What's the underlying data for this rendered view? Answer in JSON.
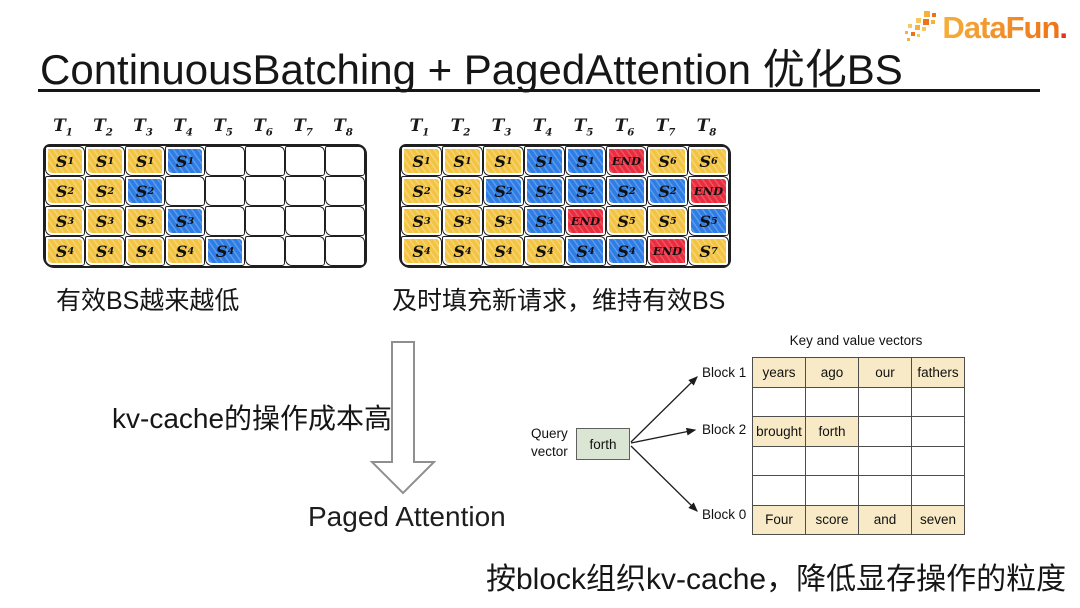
{
  "header": {
    "title": "ContinuousBatching + PagedAttention 优化BS",
    "logo_text": "DataFun",
    "logo_dot": "."
  },
  "icons": {
    "down_arrow_icon": "hollow-down-arrow",
    "logo_pixels_icon": "pixel-cluster"
  },
  "batch_grids": {
    "time_headers": [
      "T1",
      "T2",
      "T3",
      "T4",
      "T5",
      "T6",
      "T7",
      "T8"
    ],
    "left": {
      "caption": "有效BS越来越低",
      "rows": [
        [
          {
            "t": "S1",
            "c": "y"
          },
          {
            "t": "S1",
            "c": "y"
          },
          {
            "t": "S1",
            "c": "y"
          },
          {
            "t": "S1",
            "c": "b"
          },
          {
            "t": "",
            "c": "w"
          },
          {
            "t": "",
            "c": "w"
          },
          {
            "t": "",
            "c": "w"
          },
          {
            "t": "",
            "c": "w"
          }
        ],
        [
          {
            "t": "S2",
            "c": "y"
          },
          {
            "t": "S2",
            "c": "y"
          },
          {
            "t": "S2",
            "c": "b"
          },
          {
            "t": "",
            "c": "w"
          },
          {
            "t": "",
            "c": "w"
          },
          {
            "t": "",
            "c": "w"
          },
          {
            "t": "",
            "c": "w"
          },
          {
            "t": "",
            "c": "w"
          }
        ],
        [
          {
            "t": "S3",
            "c": "y"
          },
          {
            "t": "S3",
            "c": "y"
          },
          {
            "t": "S3",
            "c": "y"
          },
          {
            "t": "S3",
            "c": "b"
          },
          {
            "t": "",
            "c": "w"
          },
          {
            "t": "",
            "c": "w"
          },
          {
            "t": "",
            "c": "w"
          },
          {
            "t": "",
            "c": "w"
          }
        ],
        [
          {
            "t": "S4",
            "c": "y"
          },
          {
            "t": "S4",
            "c": "y"
          },
          {
            "t": "S4",
            "c": "y"
          },
          {
            "t": "S4",
            "c": "y"
          },
          {
            "t": "S4",
            "c": "b"
          },
          {
            "t": "",
            "c": "w"
          },
          {
            "t": "",
            "c": "w"
          },
          {
            "t": "",
            "c": "w"
          }
        ]
      ]
    },
    "right": {
      "caption": "及时填充新请求，维持有效BS",
      "rows": [
        [
          {
            "t": "S1",
            "c": "y"
          },
          {
            "t": "S1",
            "c": "y"
          },
          {
            "t": "S1",
            "c": "y"
          },
          {
            "t": "S1",
            "c": "b"
          },
          {
            "t": "S1",
            "c": "b"
          },
          {
            "t": "END",
            "c": "r"
          },
          {
            "t": "S6",
            "c": "y"
          },
          {
            "t": "S6",
            "c": "y"
          }
        ],
        [
          {
            "t": "S2",
            "c": "y"
          },
          {
            "t": "S2",
            "c": "y"
          },
          {
            "t": "S2",
            "c": "b"
          },
          {
            "t": "S2",
            "c": "b"
          },
          {
            "t": "S2",
            "c": "b"
          },
          {
            "t": "S2",
            "c": "b"
          },
          {
            "t": "S2",
            "c": "b"
          },
          {
            "t": "END",
            "c": "r"
          }
        ],
        [
          {
            "t": "S3",
            "c": "y"
          },
          {
            "t": "S3",
            "c": "y"
          },
          {
            "t": "S3",
            "c": "y"
          },
          {
            "t": "S3",
            "c": "b"
          },
          {
            "t": "END",
            "c": "r"
          },
          {
            "t": "S5",
            "c": "y"
          },
          {
            "t": "S5",
            "c": "y"
          },
          {
            "t": "S5",
            "c": "b"
          }
        ],
        [
          {
            "t": "S4",
            "c": "y"
          },
          {
            "t": "S4",
            "c": "y"
          },
          {
            "t": "S4",
            "c": "y"
          },
          {
            "t": "S4",
            "c": "y"
          },
          {
            "t": "S4",
            "c": "b"
          },
          {
            "t": "S4",
            "c": "b"
          },
          {
            "t": "END",
            "c": "r"
          },
          {
            "t": "S7",
            "c": "y"
          }
        ]
      ]
    }
  },
  "middle": {
    "cost_label": "kv-cache的操作成本高",
    "result_label": "Paged Attention"
  },
  "paged_diagram": {
    "table_title": "Key and value vectors",
    "query_label_line1": "Query",
    "query_label_line2": "vector",
    "query_value": "forth",
    "blocks": [
      {
        "label": "Block 1"
      },
      {
        "label": "Block 2"
      },
      {
        "label": "Block 0"
      }
    ],
    "table_rows": [
      [
        {
          "t": "years",
          "filled": true
        },
        {
          "t": "ago",
          "filled": true
        },
        {
          "t": "our",
          "filled": true
        },
        {
          "t": "fathers",
          "filled": true
        }
      ],
      [
        {
          "t": "",
          "filled": false
        },
        {
          "t": "",
          "filled": false
        },
        {
          "t": "",
          "filled": false
        },
        {
          "t": "",
          "filled": false
        }
      ],
      [
        {
          "t": "brought",
          "filled": true
        },
        {
          "t": "forth",
          "filled": true
        },
        {
          "t": "",
          "filled": false
        },
        {
          "t": "",
          "filled": false
        }
      ],
      [
        {
          "t": "",
          "filled": false
        },
        {
          "t": "",
          "filled": false
        },
        {
          "t": "",
          "filled": false
        },
        {
          "t": "",
          "filled": false
        }
      ],
      [
        {
          "t": "",
          "filled": false
        },
        {
          "t": "",
          "filled": false
        },
        {
          "t": "",
          "filled": false
        },
        {
          "t": "",
          "filled": false
        }
      ],
      [
        {
          "t": "Four",
          "filled": true
        },
        {
          "t": "score",
          "filled": true
        },
        {
          "t": "and",
          "filled": true
        },
        {
          "t": "seven",
          "filled": true
        }
      ]
    ]
  },
  "footer": {
    "caption": "按block组织kv-cache，降低显存操作的粒度"
  },
  "colors": {
    "cell_yellow": "#F3C441",
    "cell_blue": "#2E7DE5",
    "cell_red": "#E92D3F",
    "table_tan": "#F8EAC6",
    "query_green": "#DAE5D4",
    "logo_orange1": "#F6B03C",
    "logo_orange2": "#ED7218",
    "logo_red": "#E5321F"
  }
}
